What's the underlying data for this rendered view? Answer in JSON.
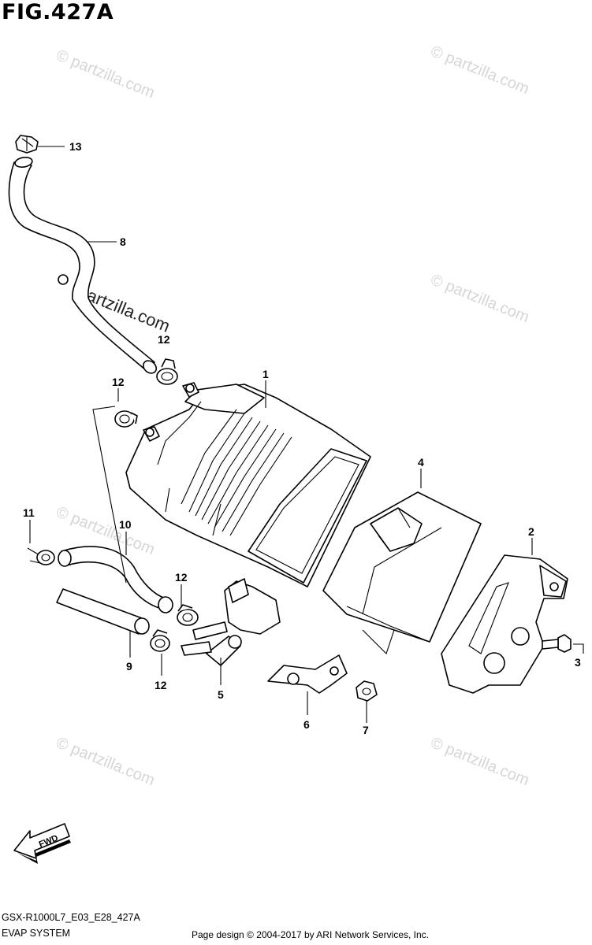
{
  "figure": {
    "title": "FIG.427A"
  },
  "callouts": {
    "c1": "1",
    "c2": "2",
    "c3": "3",
    "c4": "4",
    "c5": "5",
    "c6": "6",
    "c7": "7",
    "c8": "8",
    "c9": "9",
    "c10": "10",
    "c11": "11",
    "c12a": "12",
    "c12b": "12",
    "c12c": "12",
    "c12d": "12",
    "c13": "13"
  },
  "watermarks": {
    "tl": "© partzilla.com",
    "tr": "© partzilla.com",
    "mr": "© partzilla.com",
    "center": "Partzilla.com",
    "ml": "© partzilla.com",
    "bl": "© partzilla.com",
    "br": "© partzilla.com"
  },
  "fwd_label": "FWD",
  "footer": {
    "model_code": "GSX-R1000L7_E03_E28_427A",
    "system_name": "EVAP SYSTEM",
    "copyright": "Page design © 2004-2017 by ARI Network Services, Inc."
  }
}
